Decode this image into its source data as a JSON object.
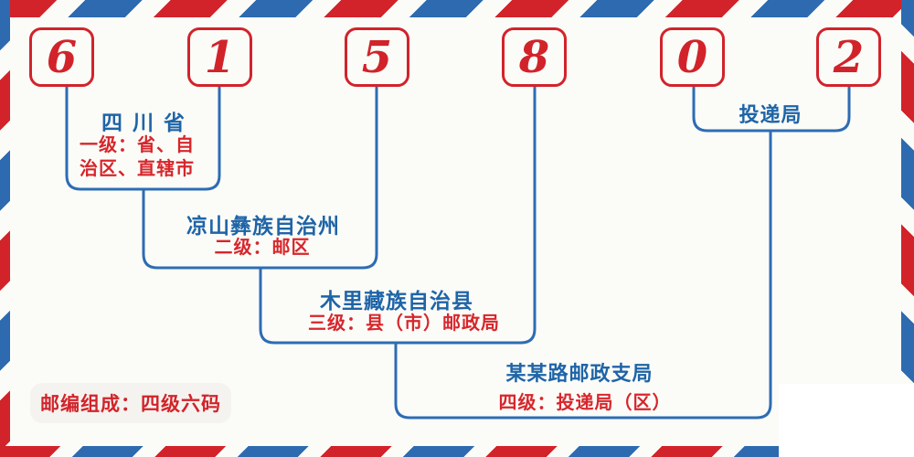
{
  "colors": {
    "bg": "#fbfcf8",
    "red": "#d2232a",
    "red-text": "#d7262c",
    "blue-line": "#2e6cb4",
    "blue-text": "#1f64a7",
    "stripe-red": "#d2232a",
    "stripe-blue": "#2d6ab0",
    "badge-bg": "#f4f3ef"
  },
  "postal_code": {
    "digits": [
      "6",
      "1",
      "5",
      "8",
      "0",
      "2"
    ]
  },
  "levels": [
    {
      "name": "四川省",
      "desc_lines": [
        "一级：省、自",
        "治区、直辖市"
      ]
    },
    {
      "name": "凉山彝族自治州",
      "desc": "二级：邮区"
    },
    {
      "name": "木里藏族自治县",
      "desc": "三级：县（市）邮政局"
    },
    {
      "name": "某某路邮政支局",
      "desc": "四级：投递局（区）"
    },
    {
      "name": "投递局"
    }
  ],
  "footer": {
    "badge_label": "邮编组成：四级六码"
  }
}
